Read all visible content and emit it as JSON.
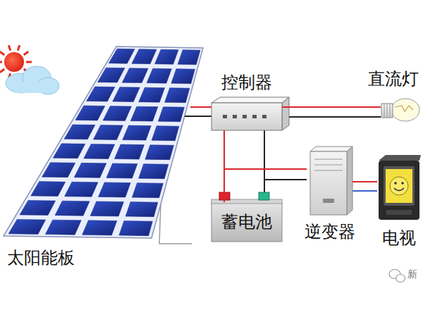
{
  "diagram": {
    "nodes": [
      {
        "text": [
          "太阳能板"
        ]
      },
      {
        "text": [
          "控制器"
        ]
      },
      {
        "text": [
          "直流灯"
        ]
      },
      {
        "text": [
          "蓄电池"
        ]
      },
      {
        "text": [
          "逆变器"
        ]
      },
      {
        "text": [
          "电视"
        ]
      }
    ],
    "edges": [
      {
        "from": 0,
        "to": 1,
        "arrow": "none"
      },
      {
        "from": 1,
        "to": 2,
        "arrow": "none"
      },
      {
        "from": 1,
        "to": 3,
        "arrow": "none"
      },
      {
        "from": 1,
        "to": 4,
        "arrow": "none"
      },
      {
        "from": 4,
        "to": 5,
        "arrow": "none"
      }
    ],
    "labels": [
      "新"
    ]
  }
}
